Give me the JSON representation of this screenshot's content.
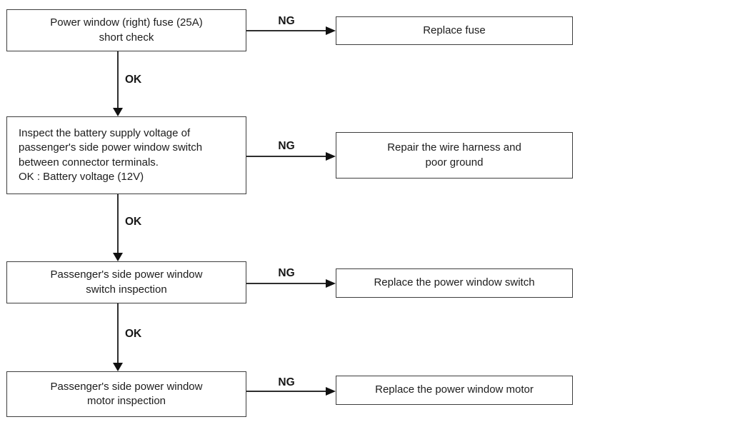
{
  "diagram": {
    "title": "Power window troubleshooting flowchart",
    "colors": {
      "background": "#ffffff",
      "box_border": "#3e3e3e",
      "line": "#2e2e2e",
      "text": "#1c1c1c"
    },
    "steps": [
      {
        "lines": [
          "Power window (right) fuse (25A)",
          "short check"
        ],
        "ng_label": "NG",
        "ok_label": "OK",
        "ng_result_lines": [
          "Replace fuse"
        ]
      },
      {
        "lines": [
          "Inspect the battery supply voltage of",
          "passenger's side power window switch",
          "between connector terminals.",
          "OK : Battery voltage (12V)"
        ],
        "ng_label": "NG",
        "ok_label": "OK",
        "ng_result_lines": [
          "Repair the wire harness and",
          "poor ground"
        ]
      },
      {
        "lines": [
          "Passenger's side power window",
          "switch inspection"
        ],
        "ng_label": "NG",
        "ok_label": "OK",
        "ng_result_lines": [
          "Replace the power window switch"
        ]
      },
      {
        "lines": [
          "Passenger's side power window",
          "motor inspection"
        ],
        "ng_label": "NG",
        "ng_result_lines": [
          "Replace the power window motor"
        ]
      }
    ]
  }
}
